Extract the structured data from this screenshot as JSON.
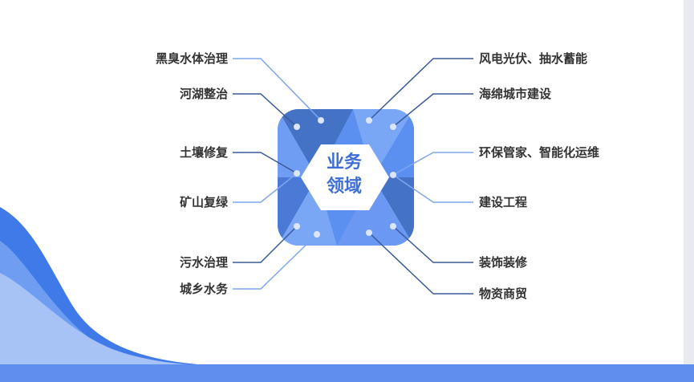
{
  "center": {
    "line1": "业务",
    "line2": "领域"
  },
  "left_items": [
    "黑臭水体治理",
    "河湖整治",
    "土壤修复",
    "矿山复绿",
    "污水治理",
    "城乡水务"
  ],
  "right_items": [
    "风电光伏、抽水蓄能",
    "海绵城市建设",
    "环保管家、智能化运维",
    "建设工程",
    "装饰装修",
    "物资商贸"
  ],
  "colors": {
    "dark_blue": "#4472c4",
    "mid_blue": "#5b8ff0",
    "light_blue": "#7aa7f5",
    "line_dark": "#3a5a9c",
    "line_light": "#7ea6ee"
  }
}
